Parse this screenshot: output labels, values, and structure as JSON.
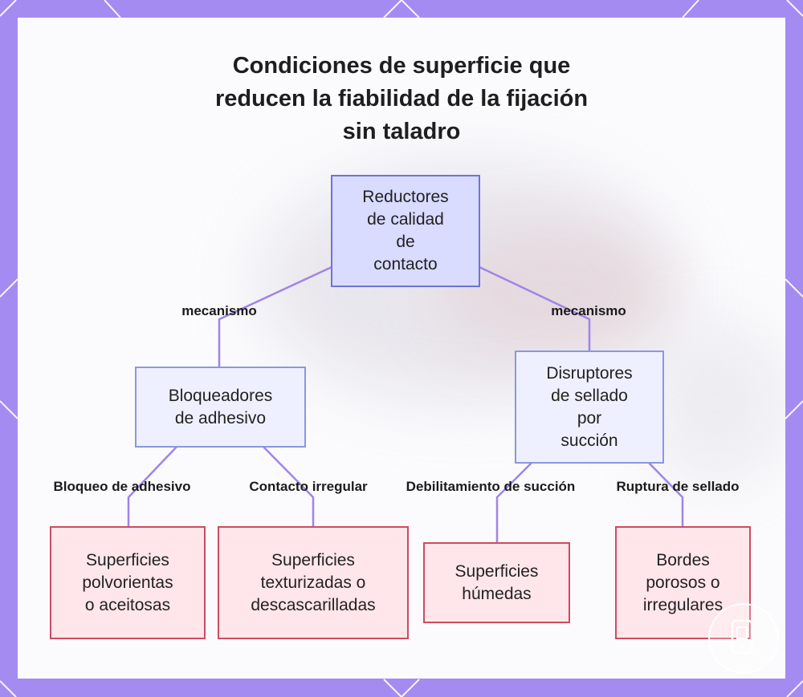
{
  "diagram": {
    "title_lines": [
      "Condiciones de superficie que",
      "reducen la fiabilidad de la fijación",
      "sin taladro"
    ],
    "nodes": {
      "root": {
        "lines": [
          "Reductores",
          "de calidad",
          "de",
          "contacto"
        ]
      },
      "adhesive": {
        "lines": [
          "Bloqueadores",
          "de adhesivo"
        ]
      },
      "suction": {
        "lines": [
          "Disruptores",
          "de sellado",
          "por",
          "succión"
        ]
      },
      "dusty": {
        "lines": [
          "Superficies",
          "polvorientas",
          "o aceitosas"
        ]
      },
      "textured": {
        "lines": [
          "Superficies",
          "texturizadas o",
          "descascarilladas"
        ]
      },
      "wet": {
        "lines": [
          "Superficies",
          "húmedas"
        ]
      },
      "porous": {
        "lines": [
          "Bordes",
          "porosos o",
          "irregulares"
        ]
      }
    },
    "edge_labels": {
      "mechanism_left": "mecanismo",
      "mechanism_right": "mecanismo",
      "adhesive_block": "Bloqueo de adhesivo",
      "irregular_contact": "Contacto irregular",
      "suction_weakening": "Debilitamiento de succión",
      "seal_rupture": "Ruptura de sellado"
    }
  },
  "colors": {
    "frame": "#a48bf2",
    "edge": "#a084e8",
    "root_fill": "#d9dbff",
    "root_border": "#6c74d6",
    "mid_fill": "#eef0ff",
    "mid_border": "#8d96de",
    "leaf_fill": "#ffe6ea",
    "leaf_border": "#cf4a63"
  },
  "icons": {
    "watermark": "phone-icon"
  }
}
